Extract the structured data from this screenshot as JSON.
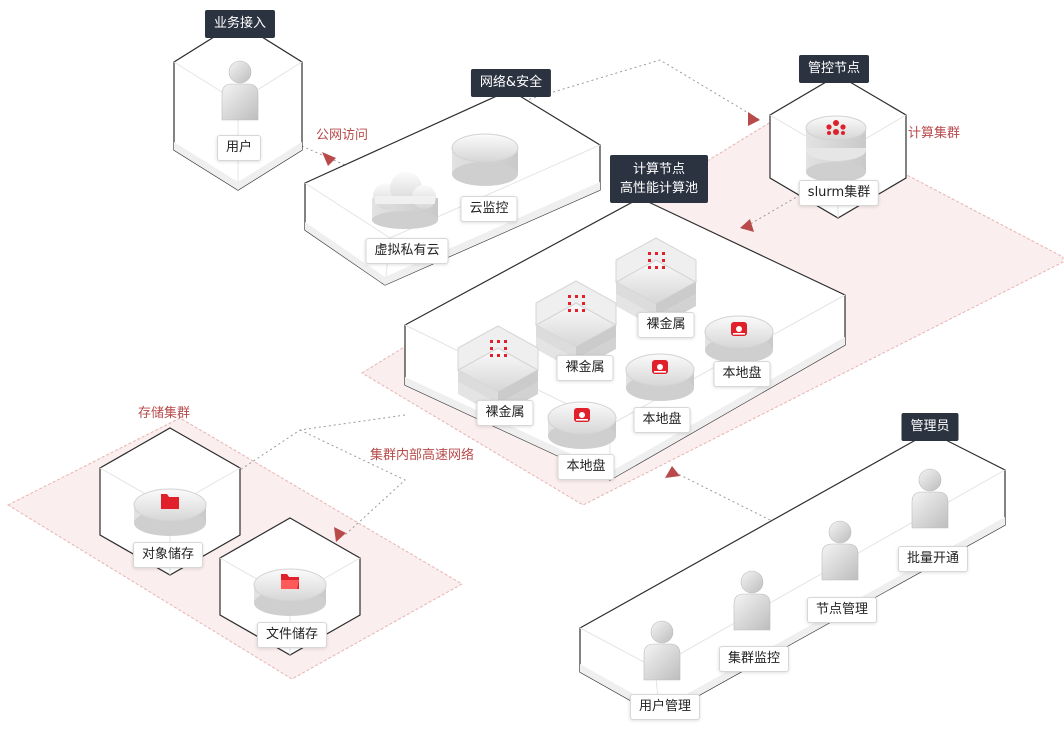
{
  "headers": {
    "business_access": "业务接入",
    "network_security": "网络&安全",
    "control_node": "管控节点",
    "compute_node_line1": "计算节点",
    "compute_node_line2": "高性能计算池",
    "admin": "管理员"
  },
  "labels": {
    "user": "用户",
    "cloud_monitor": "云监控",
    "vpc": "虚拟私有云",
    "slurm": "slurm集群",
    "bare_metal": "裸金属",
    "local_disk": "本地盘",
    "object_storage": "对象储存",
    "file_storage": "文件储存",
    "batch_open": "批量开通",
    "node_mgmt": "节点管理",
    "cluster_monitor": "集群监控",
    "user_mgmt": "用户管理"
  },
  "annotations": {
    "public_access": "公网访问",
    "compute_cluster": "计算集群",
    "storage_cluster": "存储集群",
    "cluster_network": "集群内部高速网络"
  },
  "colors": {
    "header_bg": "#2b3240",
    "accent_red": "#e0202a",
    "annotation_red": "#b84a4a",
    "zone_fill": "#fbeeee",
    "zone_stroke": "#e7b3b3"
  }
}
